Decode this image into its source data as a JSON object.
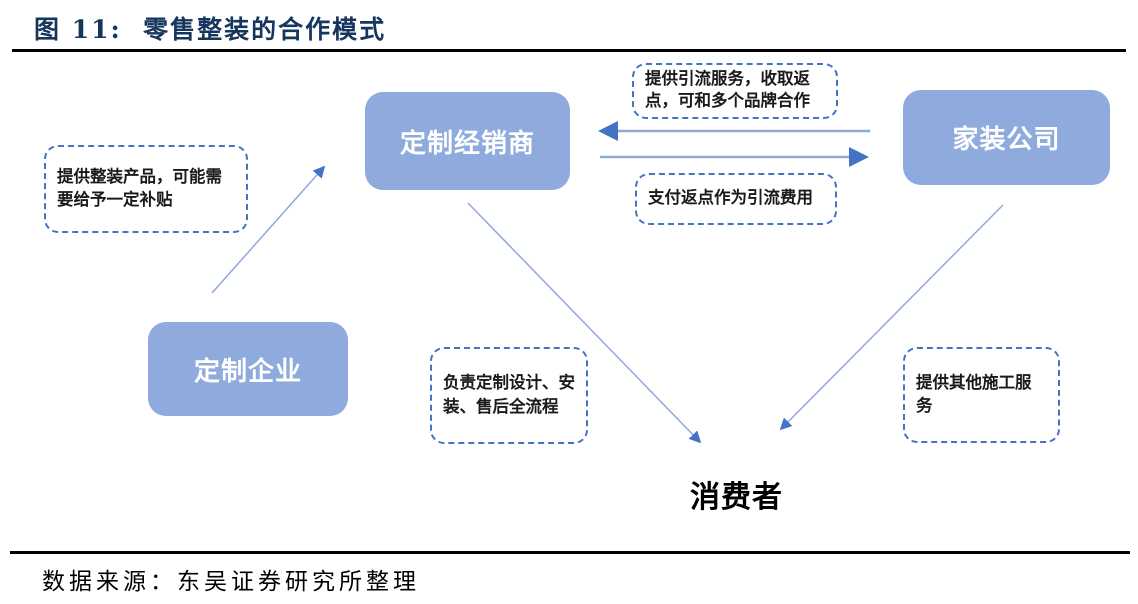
{
  "header": {
    "title": "图 11:  零售整装的合作模式"
  },
  "nodes": {
    "dealer": "定制经销商",
    "home_company": "家装公司",
    "custom_enterprise": "定制企业"
  },
  "consumer": "消费者",
  "notes": {
    "traffic_service": "提供引流服务，收取返点，可和多个品牌合作",
    "pay_rebate": "支付返点作为引流费用",
    "provide_products": "提供整装产品，可能需要给予一定补贴",
    "full_process": "负责定制设计、安装、售后全流程",
    "other_construction": "提供其他施工服务"
  },
  "footer": {
    "source": "数据来源：东吴证券研究所整理"
  },
  "colors": {
    "node_fill": "#8FAADC",
    "node_text": "#FFFFFF",
    "dashed_border": "#4472C4",
    "arrow_shaft": "#8EA9DB",
    "arrow_head": "#4472C4",
    "title_text": "#17365D",
    "rule": "#000000"
  }
}
